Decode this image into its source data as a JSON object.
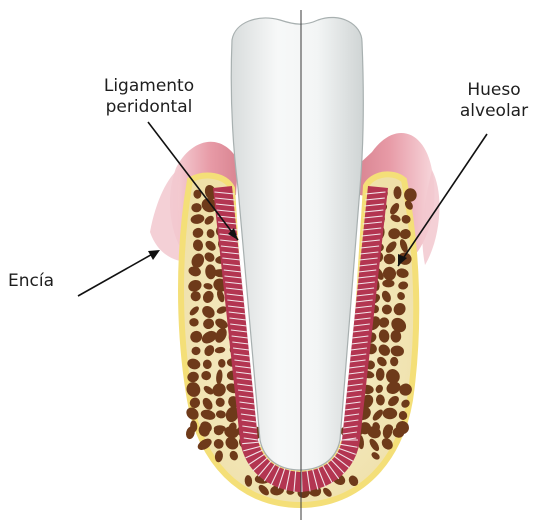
{
  "labels": {
    "ligamento_line1": "Ligamento",
    "ligamento_line2": "peridontal",
    "hueso_line1": "Hueso",
    "hueso_line2": "alveolar",
    "encia": "Encía"
  },
  "colors": {
    "gum": "#e9a4ad",
    "bone_outline": "#f2e08a",
    "bone_fill": "#f6ecc8",
    "bone_cells": "#6e3a1a",
    "ligament": "#b2324d",
    "tooth": "#e9ecec"
  }
}
